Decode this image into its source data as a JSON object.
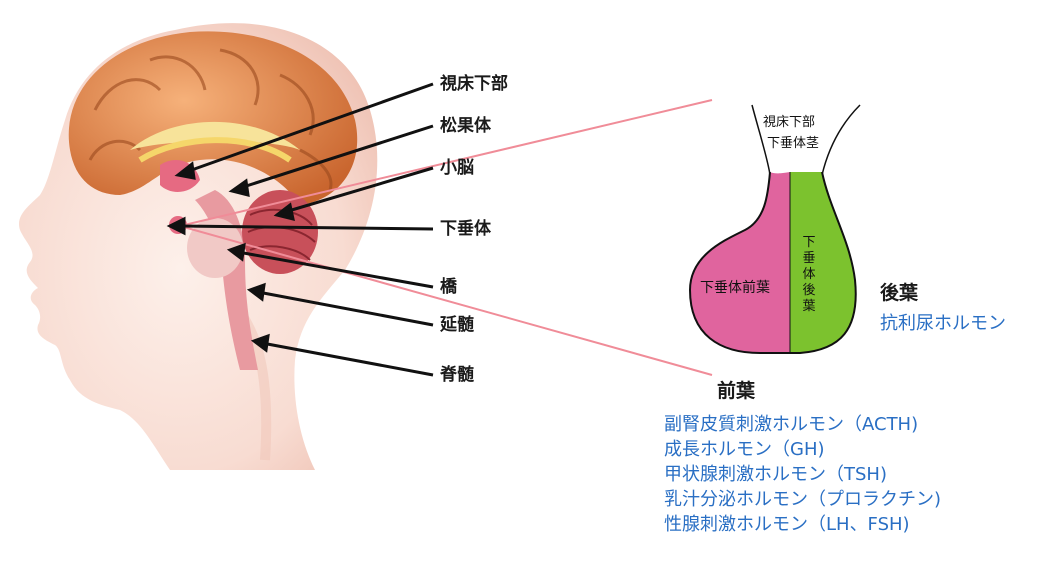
{
  "brain_labels": [
    "視床下部",
    "松果体",
    "小脳",
    "下垂体",
    "橋",
    "延髄",
    "脊髄"
  ],
  "pituitary": {
    "top_label_1": "視床下部",
    "top_label_2": "下垂体茎",
    "anterior_label": "下垂体前葉",
    "posterior_label": "下垂体後葉",
    "posterior_chars": [
      "下",
      "垂",
      "体",
      "後",
      "葉"
    ]
  },
  "posterior": {
    "heading": "後葉",
    "hormones": [
      "抗利尿ホルモン"
    ]
  },
  "anterior": {
    "heading": "前葉",
    "hormones": [
      "副腎皮質刺激ホルモン（ACTH)",
      "成長ホルモン（GH)",
      "甲状腺刺激ホルモン（TSH)",
      "乳汁分泌ホルモン（プロラクチン)",
      "性腺刺激ホルモン（LH、FSH)"
    ]
  },
  "colors": {
    "anterior_lobe": "#e0649e",
    "posterior_lobe": "#7cc22e",
    "hormone_text": "#2a6fc4",
    "connector": "#f08c98"
  }
}
